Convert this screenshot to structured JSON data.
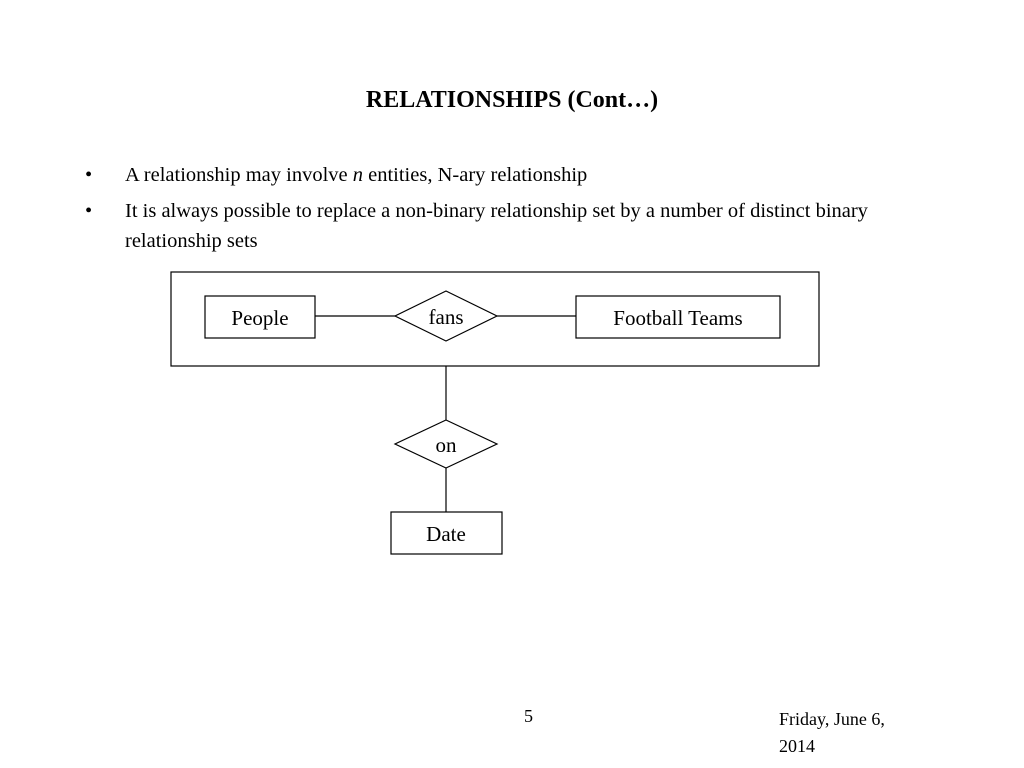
{
  "slide": {
    "title": "RELATIONSHIPS (Cont…)",
    "bullets": [
      {
        "before": "A relationship may involve ",
        "em": "n",
        "after": " entities, N-ary relationship"
      },
      {
        "text": "It is always possible to replace a non-binary relationship set by a number of distinct binary relationship sets"
      }
    ],
    "bullet_symbol": "•"
  },
  "diagram": {
    "entities": {
      "people": "People",
      "football_teams": "Football Teams",
      "date": "Date"
    },
    "relationships": {
      "fans": "fans",
      "on": "on"
    }
  },
  "footer": {
    "page_number": "5",
    "date": "Friday, June 6, 2014"
  }
}
